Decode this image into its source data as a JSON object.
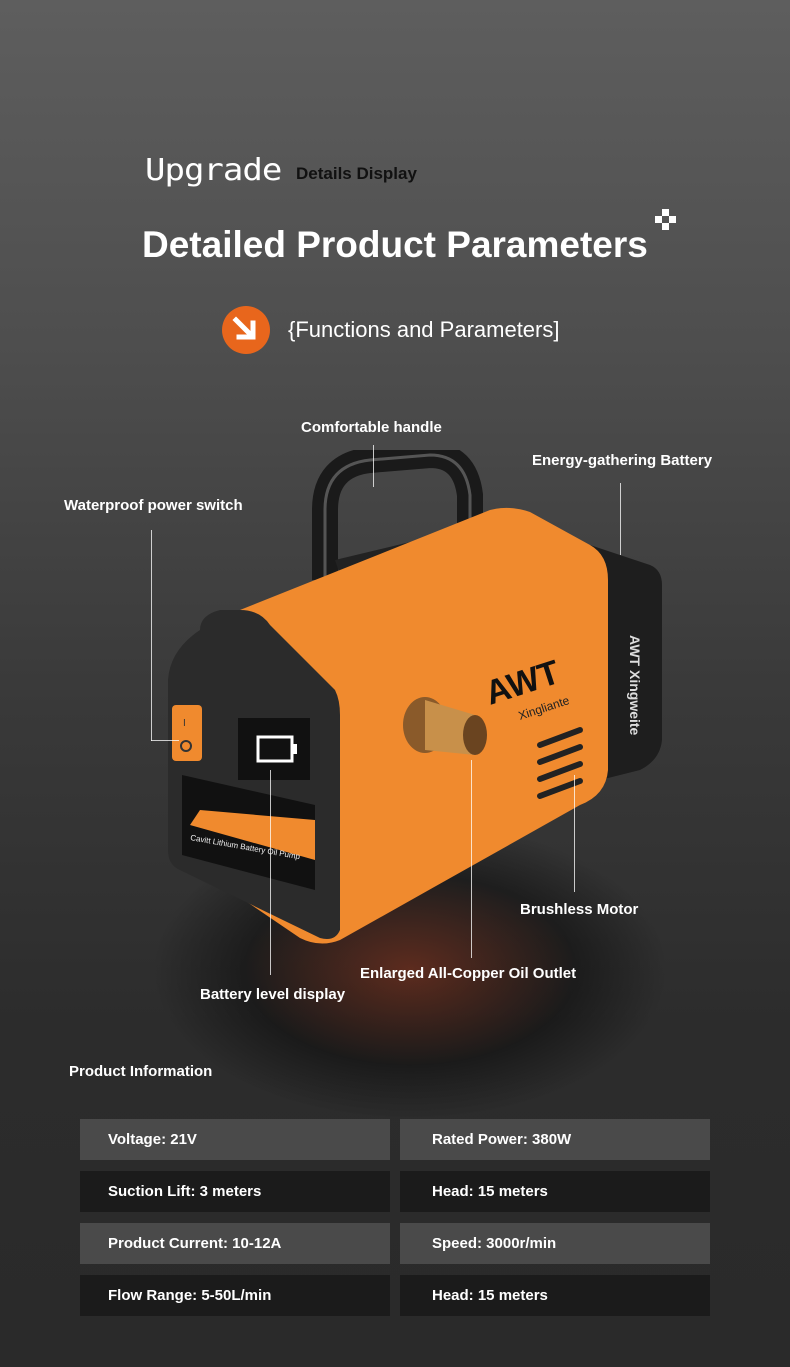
{
  "header": {
    "upgrade": "Upgrade",
    "details_display": "Details Display",
    "title": "Detailed Product Parameters",
    "subtitle": "{Functions and Parameters]"
  },
  "product": {
    "brand": "AWT",
    "brand_sub": "Xingliante",
    "battery_brand": "AWT Xingweite",
    "label_text": "Cavitt Lithium Battery Oil Pump",
    "body_color": "#f08a2e"
  },
  "callouts": {
    "handle": "Comfortable handle",
    "battery": "Energy-gathering Battery",
    "switch": "Waterproof power switch",
    "motor": "Brushless Motor",
    "outlet": "Enlarged All-Copper Oil Outlet",
    "level": "Battery level display"
  },
  "info": {
    "heading": "Product Information",
    "rows": [
      [
        "Voltage: 21V",
        "Rated Power: 380W"
      ],
      [
        "Suction Lift: 3 meters",
        "Head: 15 meters"
      ],
      [
        "Product Current: 10-12A",
        "Speed: 3000r/min"
      ],
      [
        "Flow Range: 5-50L/min",
        "Head: 15 meters"
      ]
    ]
  },
  "colors": {
    "accent": "#e8661c"
  }
}
